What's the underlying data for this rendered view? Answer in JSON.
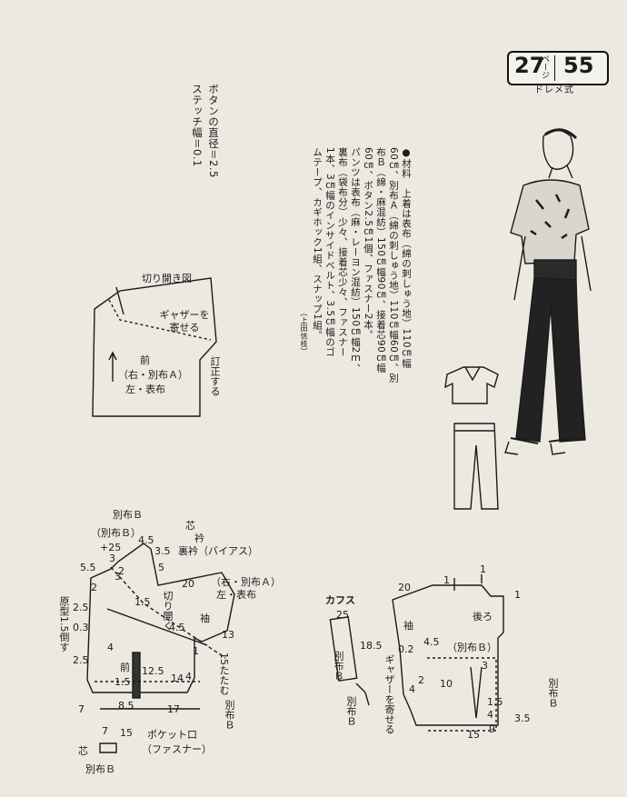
{
  "badge": {
    "page_number": "27",
    "page_unit": "ページ",
    "pattern_number": "55",
    "style_label": "ドレメ式"
  },
  "notes": {
    "button_diameter": "ボタンの直径＝2.5",
    "stitch_width": "ステッチ幅＝0.1"
  },
  "materials": {
    "lines": [
      "●材料　上着は表布（綿の刺しゅう地）110㎝幅",
      "60㎝、別布Ａ（綿の刺しゅう地）110㎝幅60㎝、別",
      "布Ｂ（綿・麻混紡）150㎝幅90㎝、接着芯90㎝幅",
      "60㎝、ボタン2.5㎝1個、ファスナー2本。",
      "パンツは表布（麻・レーヨン混紡）150㎝幅2ｍ、",
      "裏布（袋布分）少々、接着芯少々、ファスナー",
      "1本、3㎝幅のインサイドベルト、3.5㎝幅のゴ",
      "ムテープ、カギホック1組、スナップ1組。"
    ],
    "credit": "（上田信枝）"
  },
  "slash_diagram": {
    "title": "切り開き図",
    "gather_note": "ギャザーを寄せる",
    "front_label": "前",
    "fabric_note_1": "（右・別布Ａ）",
    "fabric_note_2": "左・表布",
    "correct_note": "訂正する"
  },
  "front_pattern": {
    "labels": {
      "betsu_b_1": "別布Ｂ",
      "betsu_b_2": "（別布Ｂ）",
      "interfacing": "芯",
      "collar": "衿",
      "under_collar": "裏衿（バイアス）",
      "fabric_a": "（右・別布Ａ）",
      "fabric_b": "左・表布",
      "sleeve": "袖",
      "slash": "切り開く",
      "front": "前",
      "pocket": "ポケット口",
      "zipper": "（ファスナー）",
      "interfacing_bottom": "芯",
      "betsu_b_bottom": "別布Ｂ",
      "betsu_b_side": "別布Ｂ",
      "tack": "15たたむ",
      "original": "原型1.5倒す"
    },
    "numbers": [
      "+25",
      "4.5",
      "3.5",
      "5.5",
      "3",
      "5",
      "2",
      "2",
      "1.5",
      "20",
      "2.5",
      "0.3",
      "2.5",
      "4",
      "4.5",
      "1",
      "13",
      "4",
      "1.5",
      "12.5",
      "14",
      "8.5",
      "17",
      "7",
      "7",
      "15",
      "3"
    ]
  },
  "cuffs": {
    "title": "カフス",
    "length": "25",
    "width": "18.5",
    "fabric": "別布Ｂ",
    "fabric2": "別布Ｂ"
  },
  "back_pattern": {
    "labels": {
      "sleeve": "袖",
      "back": "後ろ",
      "fabric": "（別布Ｂ）",
      "gather": "ギャザーを寄せる",
      "side_fabric": "別布Ｂ"
    },
    "numbers": [
      "20",
      "1",
      "1",
      "1",
      "4.5",
      "0.2",
      "3",
      "2",
      "4",
      "10",
      "1.5",
      "4",
      "15",
      "9",
      "3.5"
    ]
  }
}
